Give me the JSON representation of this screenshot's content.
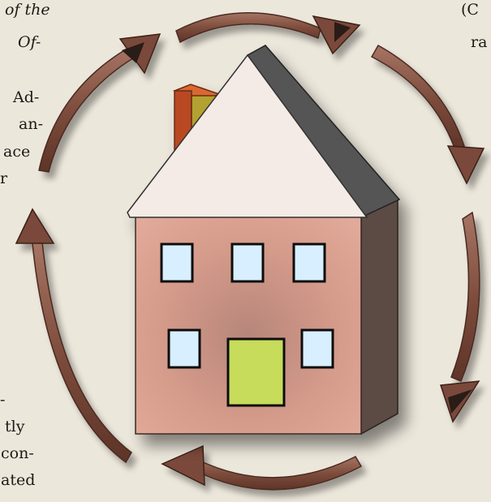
{
  "text_fragments": {
    "top_left_1": "of the",
    "top_left_2": "Of-",
    "mid_left_1": "Ad-",
    "mid_left_2": "an-",
    "mid_left_3": "ace",
    "mid_left_4": "r",
    "bottom_left_1": "-",
    "bottom_left_2": "tly",
    "bottom_left_3": "con-",
    "bottom_left_4": "ated",
    "top_right_1": "(C",
    "top_right_2": "ra"
  },
  "diagram": {
    "house": {
      "chimney": "chimney-icon",
      "roof": "gable-roof",
      "front_windows_upper": 3,
      "front_windows_lower": 2,
      "door": "front-door"
    },
    "cycle_arrows": 6,
    "colors": {
      "background": "#ece7db",
      "arrow": "#7a4a3a",
      "house_wall": "#d69b8c",
      "house_side": "#5b4b45",
      "roof_front": "#f4ebe6",
      "roof_side": "#555555",
      "chimney": "#b84a22",
      "chimney_face": "#b3a230",
      "window": "#d8efff",
      "door": "#c7dc5a"
    }
  }
}
